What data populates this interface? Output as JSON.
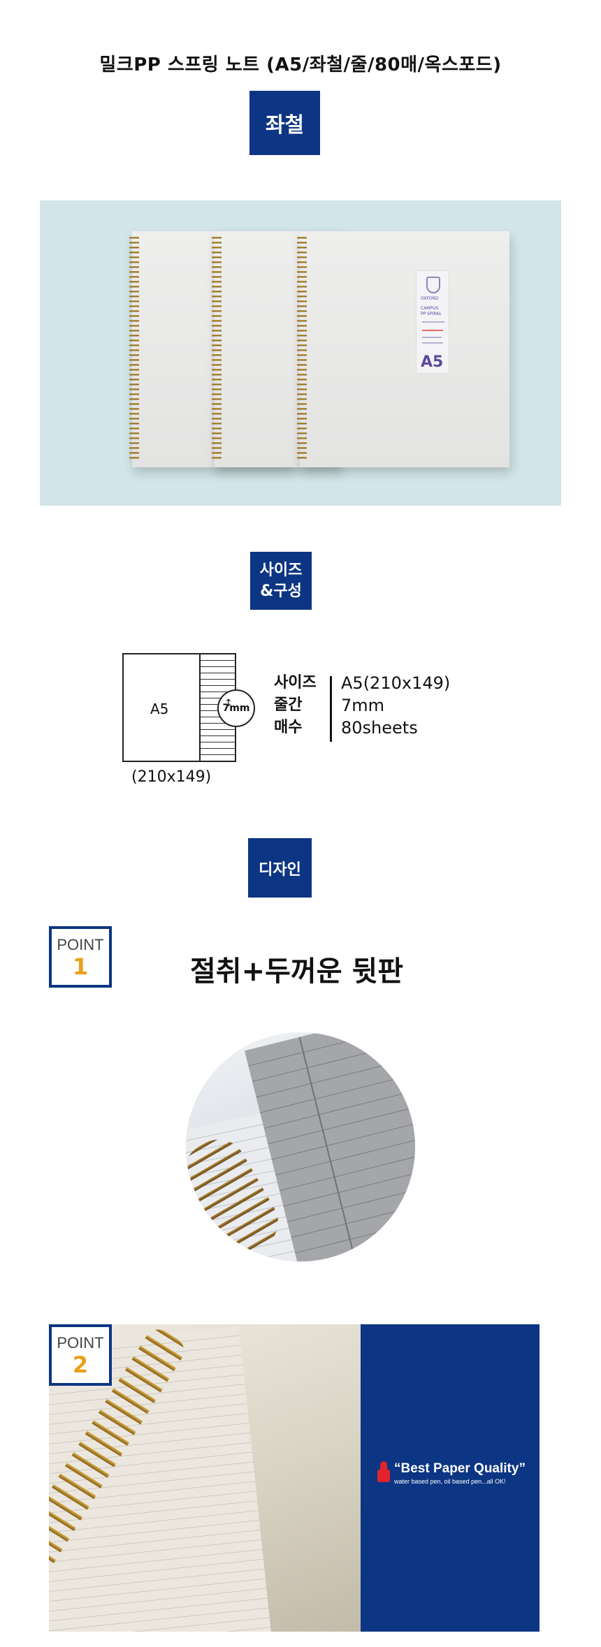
{
  "title": "밀크PP 스프링 노트 (A5/좌철/줄/80매/옥스포드)",
  "badges": {
    "binding": "좌철",
    "size_line1": "사이즈",
    "size_line2": "&구성",
    "design": "디자인"
  },
  "hero_label": {
    "brand": "OXFORD",
    "product": "CAMPUS",
    "subtitle": "PP SPIRAL",
    "size": "A5"
  },
  "diagram": {
    "paper_label": "A5",
    "line_gap": "7mm",
    "dimension": "(210x149)"
  },
  "specs": [
    {
      "label": "사이즈",
      "value": "A5(210x149)"
    },
    {
      "label": "줄간",
      "value": "7mm"
    },
    {
      "label": "매수",
      "value": "80sheets"
    }
  ],
  "points": [
    {
      "word": "POINT",
      "number": "1",
      "title": "절취+두꺼운 뒷판"
    },
    {
      "word": "POINT",
      "number": "2"
    }
  ],
  "quality": {
    "headline": "“Best Paper Quality”",
    "subline": "water based pen, oil based pen...all OK!"
  },
  "colors": {
    "accent_navy": "#0c3583",
    "point_number": "#e9a01a",
    "thumb_red": "#e2232e",
    "hero_bg": "#d2e5e8"
  }
}
